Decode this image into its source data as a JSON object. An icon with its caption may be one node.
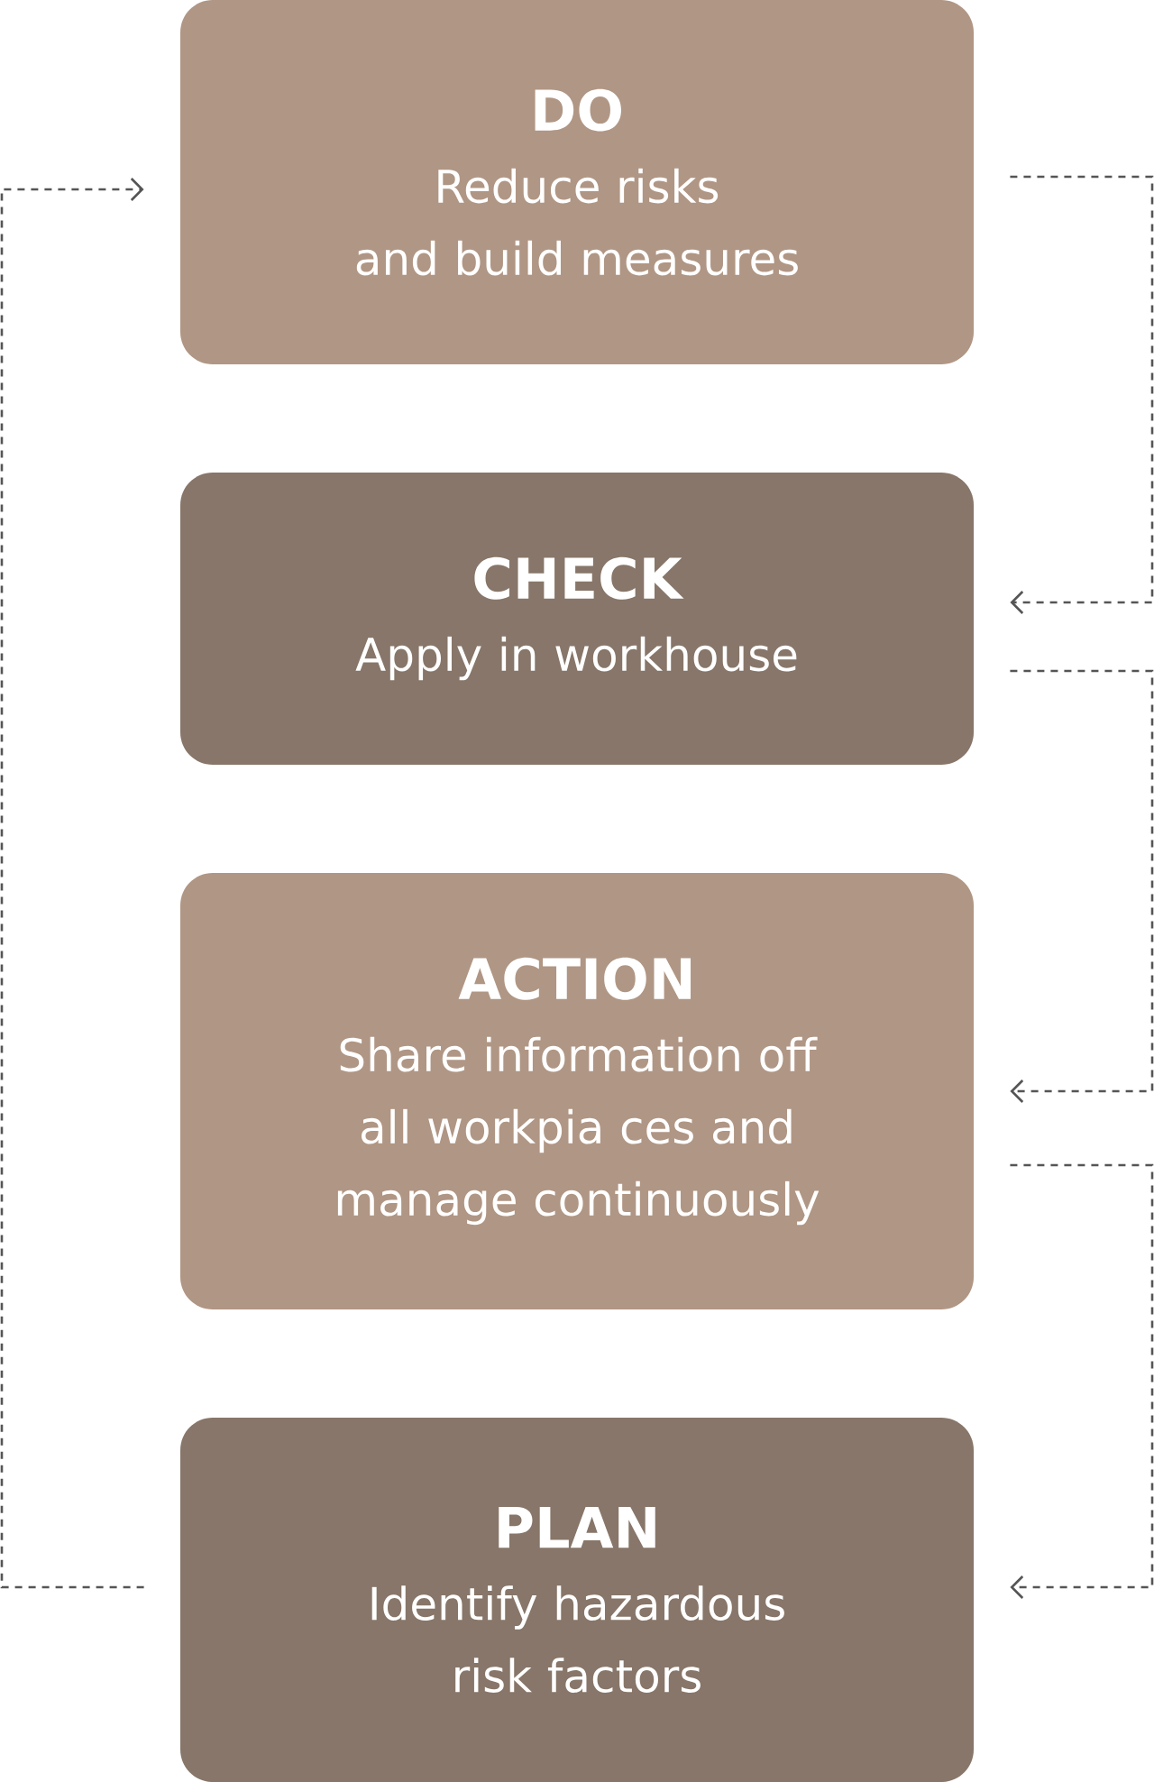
{
  "diagram": {
    "nodes": [
      {
        "text": [
          "DO",
          "Reduce risks and build measures"
        ]
      },
      {
        "text": [
          "CHECK",
          "Apply in workhouse"
        ]
      },
      {
        "text": [
          "ACTION",
          "Share information off all workpia ces and manage continuously"
        ]
      },
      {
        "text": [
          "PLAN",
          "Identify hazardous risk factors"
        ]
      }
    ],
    "edges": [
      {
        "from": 0,
        "to": 1,
        "arrow": "to",
        "style": "dashed"
      },
      {
        "from": 1,
        "to": 2,
        "arrow": "to",
        "style": "dashed"
      },
      {
        "from": 2,
        "to": 3,
        "arrow": "to",
        "style": "dashed"
      },
      {
        "from": 3,
        "to": 0,
        "arrow": "to",
        "style": "dashed"
      }
    ]
  }
}
